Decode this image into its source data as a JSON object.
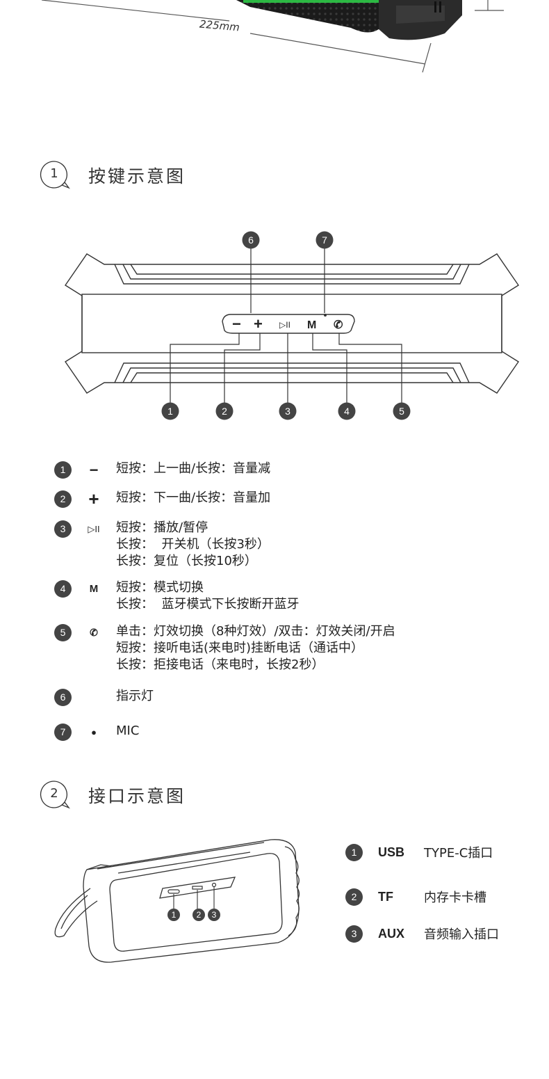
{
  "top": {
    "dimension": "225mm"
  },
  "section1": {
    "number": "1",
    "title": "按键示意图",
    "callouts_top": [
      "6",
      "7"
    ],
    "callouts_bottom": [
      "1",
      "2",
      "3",
      "4",
      "5"
    ],
    "panel_buttons": [
      "−",
      "+",
      "▷II",
      "M",
      "✆"
    ]
  },
  "buttons": [
    {
      "num": "1",
      "symbol": "−",
      "icon": "minus-icon",
      "lines": [
        "短按：上一曲/长按：音量减"
      ]
    },
    {
      "num": "2",
      "symbol": "+",
      "icon": "plus-icon",
      "lines": [
        "短按：下一曲/长按：音量加"
      ]
    },
    {
      "num": "3",
      "symbol": "▷II",
      "icon": "play-pause-icon",
      "lines": [
        "短按：播放/暂停",
        "长按：  开关机（长按3秒）",
        "长按：复位（长按10秒）"
      ]
    },
    {
      "num": "4",
      "symbol": "M",
      "icon": "mode-icon",
      "lines": [
        "短按：模式切换",
        "长按：  蓝牙模式下长按断开蓝牙"
      ]
    },
    {
      "num": "5",
      "symbol": "✆",
      "icon": "phone-icon",
      "lines": [
        "单击：灯效切换（8种灯效）/双击：灯效关闭/开启",
        "短按：接听电话(来电时)挂断电话（通话中）",
        "长按：拒接电话（来电时，长按2秒）"
      ]
    },
    {
      "num": "6",
      "symbol": "",
      "icon": "",
      "lines": [
        "指示灯"
      ]
    },
    {
      "num": "7",
      "symbol": "●",
      "icon": "mic-dot-icon",
      "lines": [
        "MIC"
      ]
    }
  ],
  "section2": {
    "number": "2",
    "title": "接口示意图",
    "callouts": [
      "1",
      "2",
      "3"
    ]
  },
  "ports": [
    {
      "num": "1",
      "name": "USB",
      "desc": "TYPE-C插口"
    },
    {
      "num": "2",
      "name": "TF",
      "desc": "内存卡卡槽"
    },
    {
      "num": "3",
      "name": "AUX",
      "desc": "音频输入插口"
    }
  ],
  "colors": {
    "badge": "#444444",
    "line": "#333333",
    "speaker": "#1a1a1a",
    "accent_green": "#2fd34a"
  }
}
